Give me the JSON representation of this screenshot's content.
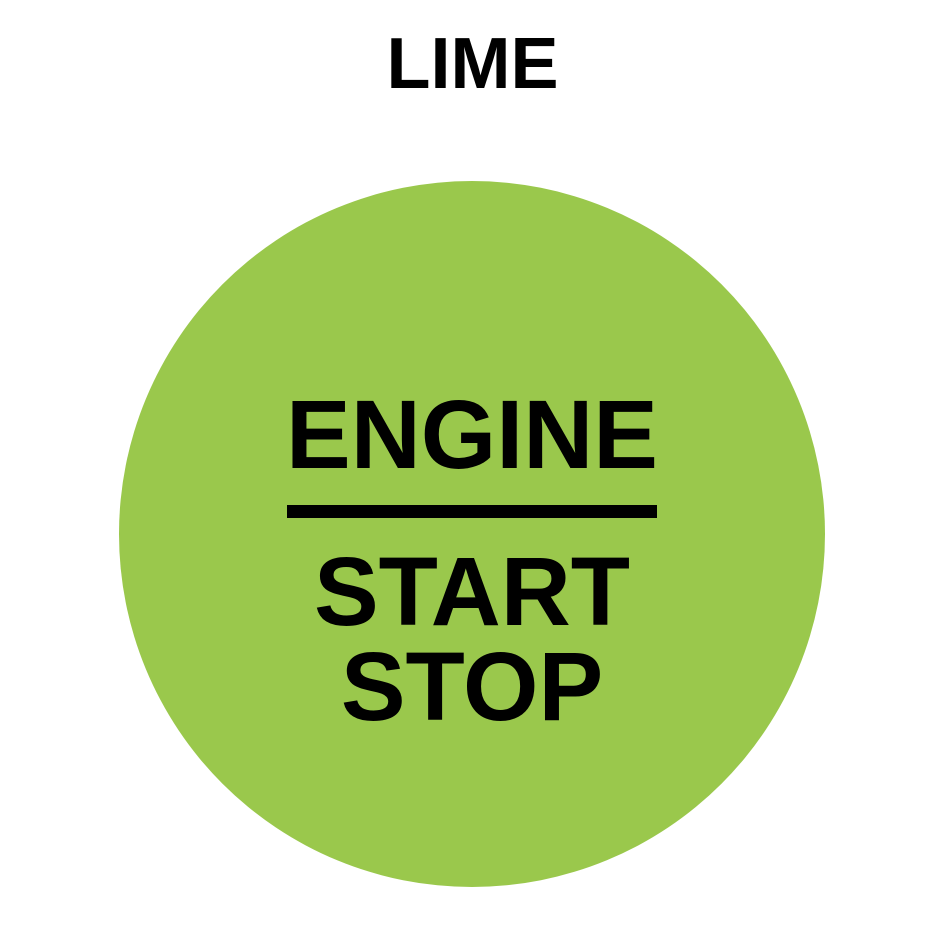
{
  "page": {
    "background": "#FFFFFF"
  },
  "title": {
    "text": "LIME",
    "color": "#000000"
  },
  "button": {
    "color": "#9AC84C",
    "text_color": "#000000",
    "divider_color": "#000000",
    "label_top": "ENGINE",
    "label_middle": "START",
    "label_bottom": "STOP"
  }
}
